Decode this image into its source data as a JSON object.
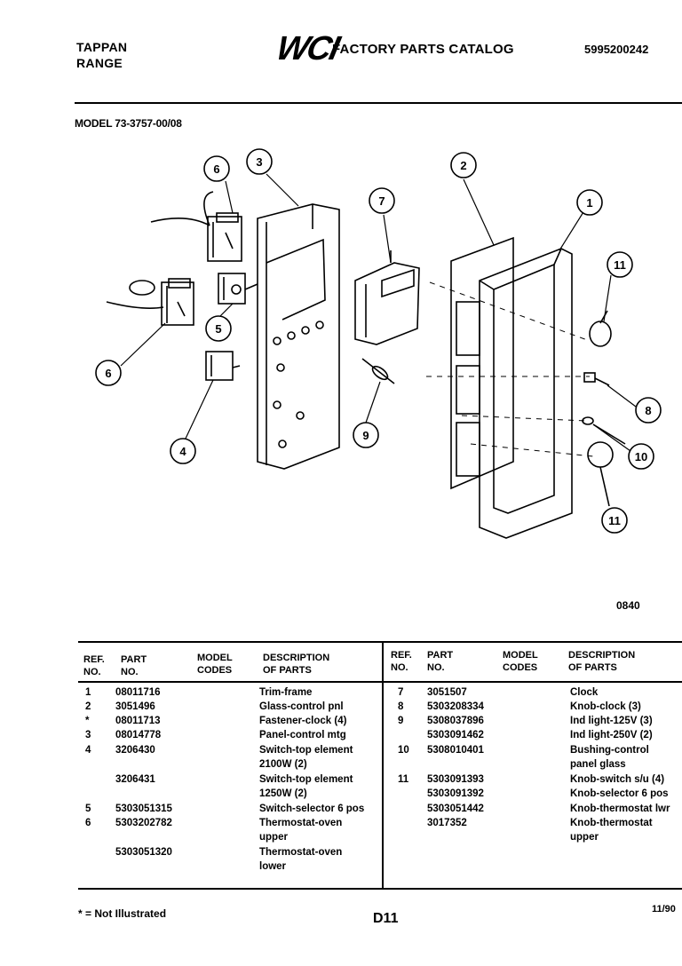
{
  "header": {
    "brand_line1": "TAPPAN",
    "brand_line2": "RANGE",
    "logo": "WCI",
    "catalog_title": "FACTORY PARTS CATALOG",
    "catalog_number": "5995200242"
  },
  "model_label": "MODEL 73-3757-00/08",
  "figure_code": "0840",
  "callouts": [
    "1",
    "2",
    "3",
    "4",
    "5",
    "6",
    "6",
    "7",
    "8",
    "9",
    "10",
    "11",
    "11"
  ],
  "table": {
    "headers": {
      "ref": [
        "REF.",
        "NO."
      ],
      "part": [
        "PART",
        "NO."
      ],
      "model": [
        "MODEL",
        "CODES"
      ],
      "desc": [
        "DESCRIPTION",
        "OF PARTS"
      ]
    },
    "left_rows": [
      {
        "ref": "1",
        "part": "08011716",
        "desc": "Trim-frame"
      },
      {
        "ref": "2",
        "part": "3051496",
        "desc": "Glass-control pnl"
      },
      {
        "ref": "*",
        "part": "08011713",
        "desc": "Fastener-clock (4)"
      },
      {
        "ref": "3",
        "part": "08014778",
        "desc": "Panel-control mtg"
      },
      {
        "ref": "4",
        "part": "3206430",
        "desc": "Switch-top element"
      },
      {
        "ref": "",
        "part": "",
        "desc": "2100W (2)"
      },
      {
        "ref": "",
        "part": "3206431",
        "desc": "Switch-top element"
      },
      {
        "ref": "",
        "part": "",
        "desc": "1250W (2)"
      },
      {
        "ref": "5",
        "part": "5303051315",
        "desc": "Switch-selector 6 pos"
      },
      {
        "ref": "6",
        "part": "5303202782",
        "desc": "Thermostat-oven"
      },
      {
        "ref": "",
        "part": "",
        "desc": "upper"
      },
      {
        "ref": "",
        "part": "5303051320",
        "desc": "Thermostat-oven"
      },
      {
        "ref": "",
        "part": "",
        "desc": "lower"
      }
    ],
    "right_rows": [
      {
        "ref": "7",
        "part": "3051507",
        "desc": "Clock"
      },
      {
        "ref": "8",
        "part": "5303208334",
        "desc": "Knob-clock (3)"
      },
      {
        "ref": "9",
        "part": "5308037896",
        "desc": "Ind light-125V (3)"
      },
      {
        "ref": "",
        "part": "5303091462",
        "desc": "Ind light-250V (2)"
      },
      {
        "ref": "10",
        "part": "5308010401",
        "desc": "Bushing-control"
      },
      {
        "ref": "",
        "part": "",
        "desc": "panel glass"
      },
      {
        "ref": "11",
        "part": "5303091393",
        "desc": "Knob-switch s/u (4)"
      },
      {
        "ref": "",
        "part": "5303091392",
        "desc": "Knob-selector 6 pos"
      },
      {
        "ref": "",
        "part": "5303051442",
        "desc": "Knob-thermostat lwr"
      },
      {
        "ref": "",
        "part": "3017352",
        "desc": "Knob-thermostat"
      },
      {
        "ref": "",
        "part": "",
        "desc": "upper"
      }
    ]
  },
  "footer": {
    "note": "* = Not Illustrated",
    "page_id": "D11",
    "date": "11/90"
  }
}
